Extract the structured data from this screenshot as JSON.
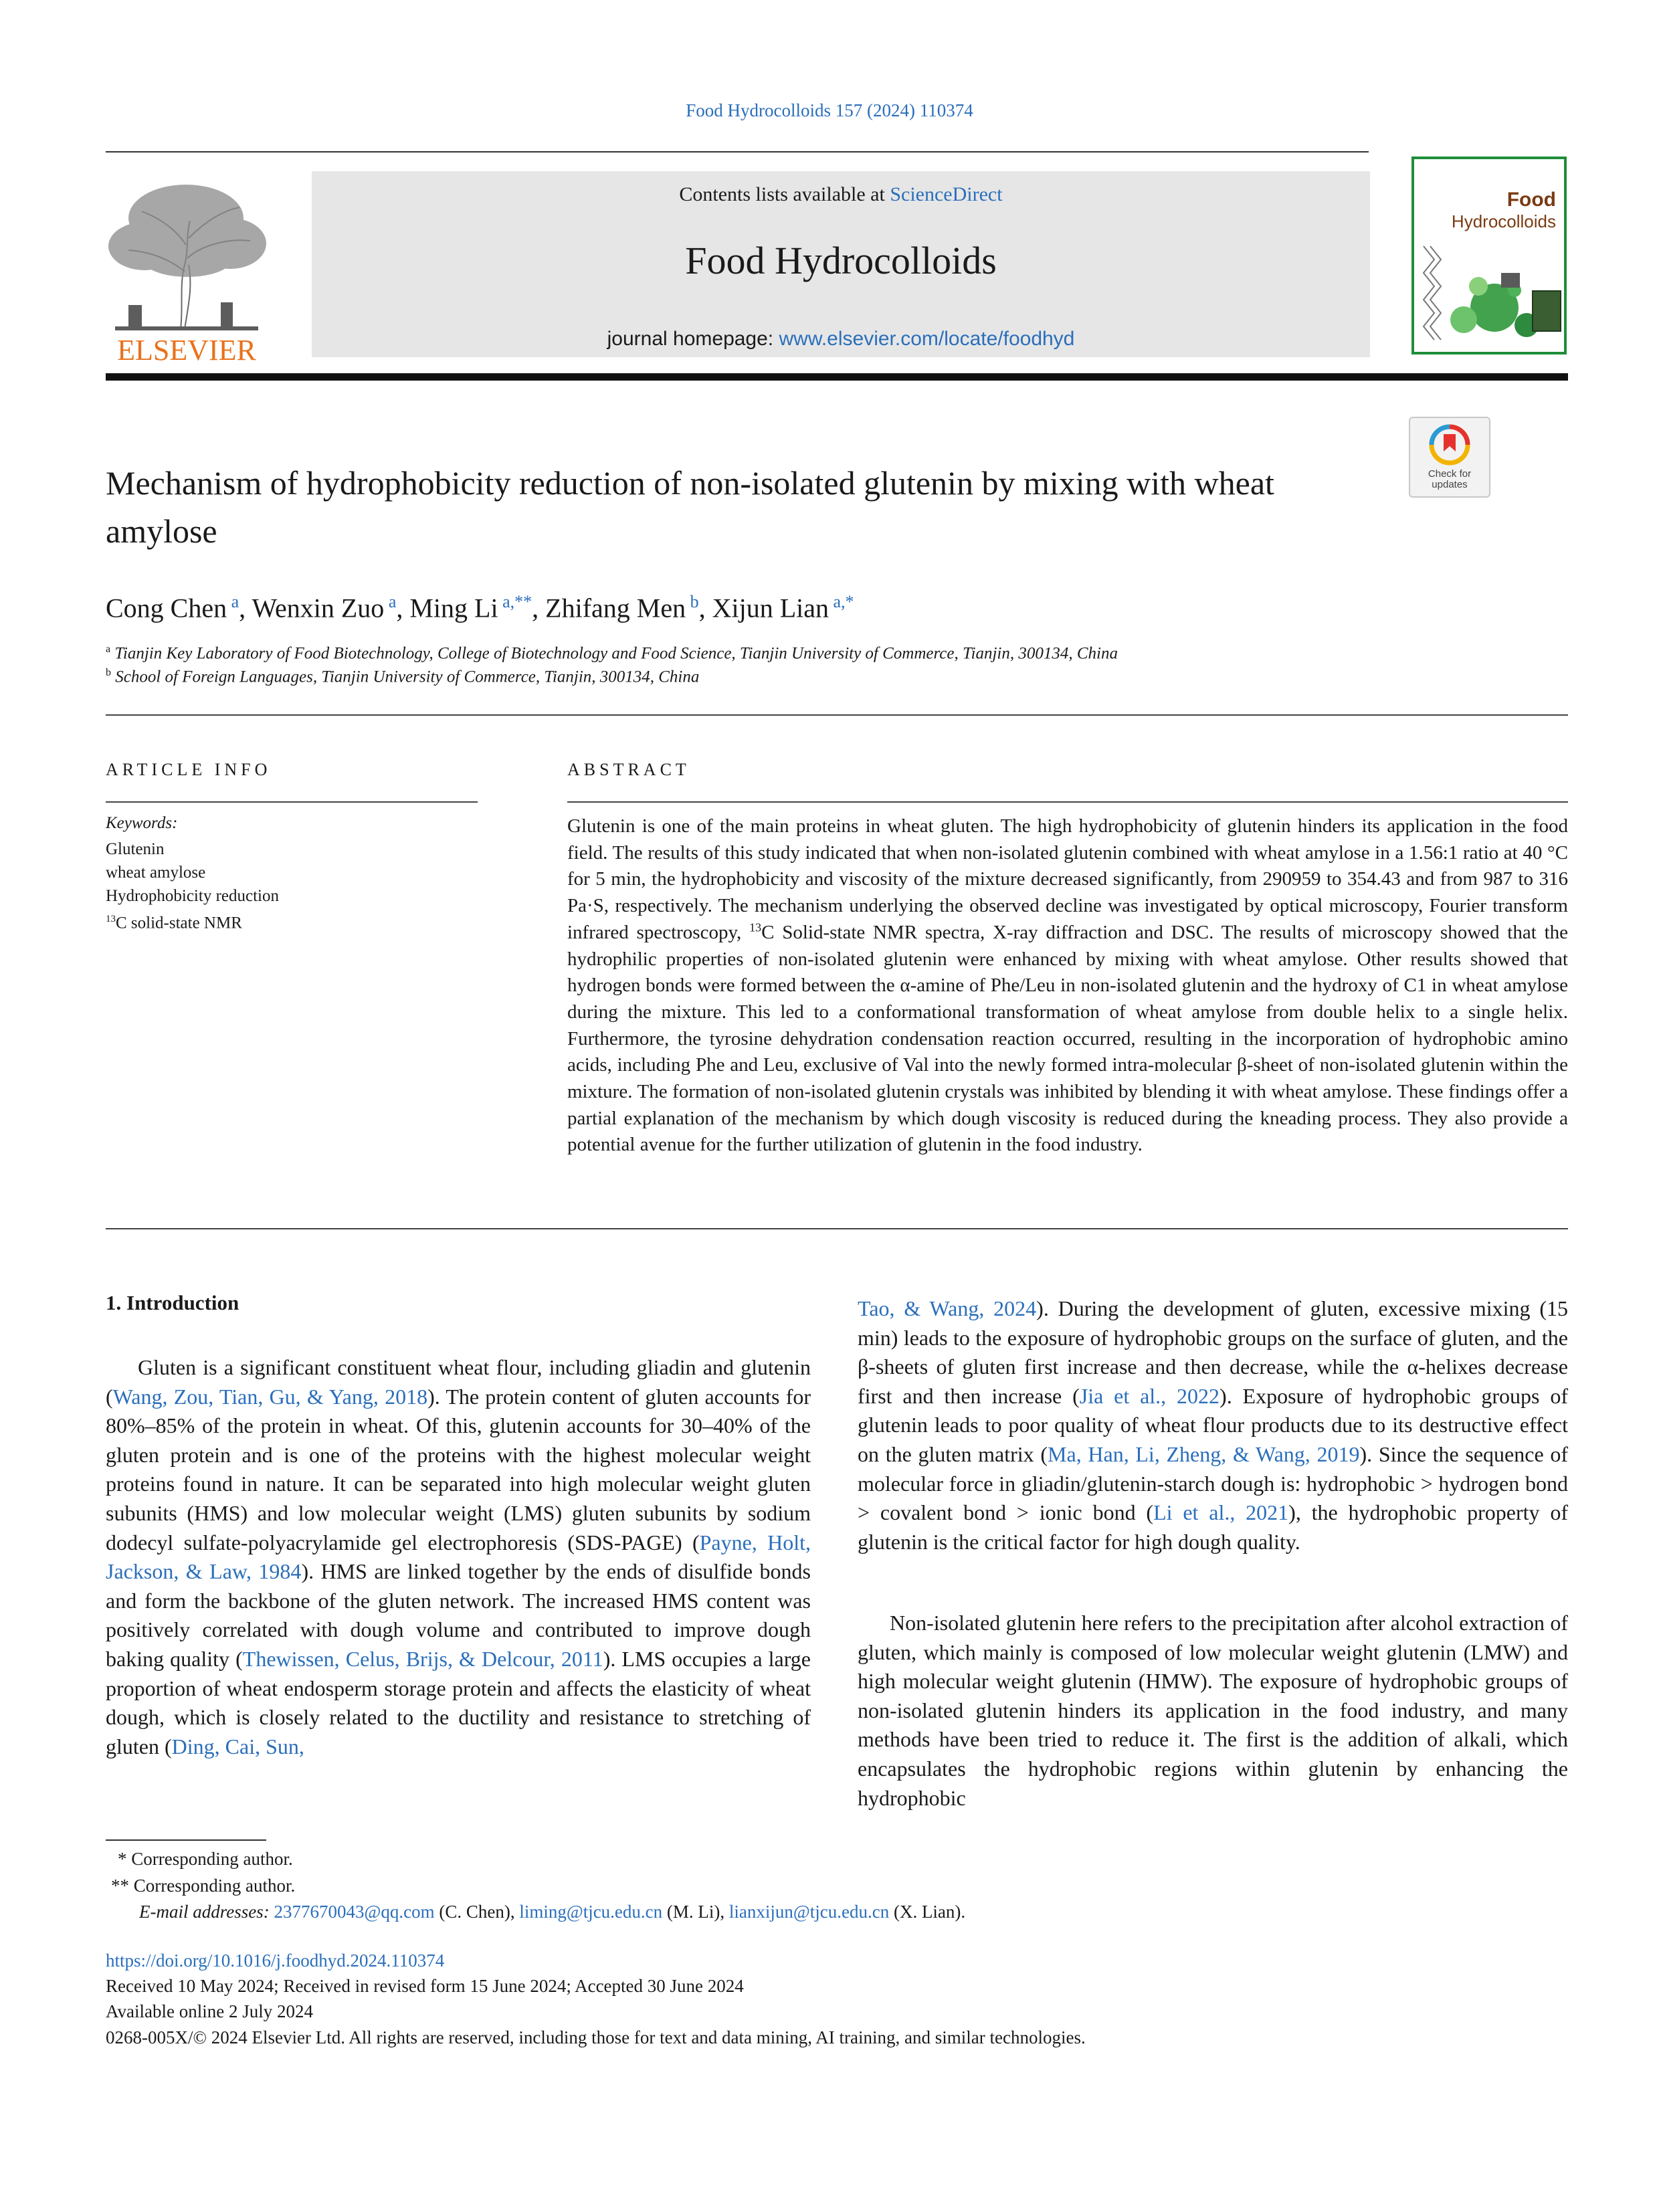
{
  "header": {
    "citation": "Food Hydrocolloids 157 (2024) 110374",
    "contents_prefix": "Contents lists available at",
    "contents_link": "ScienceDirect",
    "journal_name": "Food Hydrocolloids",
    "homepage_prefix": "journal homepage:",
    "homepage_link": "www.elsevier.com/locate/foodhyd",
    "publisher_logo_text": "ELSEVIER",
    "cover_title_1": "Food",
    "cover_title_2": "Hydrocolloids",
    "check_updates_1": "Check for",
    "check_updates_2": "updates"
  },
  "colors": {
    "link": "#2a6ebb",
    "elsevier_orange": "#e9711c",
    "cover_green": "#1f8e3a",
    "banner_grey": "#e6e6e6"
  },
  "article": {
    "title": "Mechanism of hydrophobicity reduction of non-isolated glutenin by mixing with wheat amylose",
    "authors": [
      {
        "name": "Cong Chen",
        "sup": "a"
      },
      {
        "name": "Wenxin Zuo",
        "sup": "a"
      },
      {
        "name": "Ming Li",
        "sup": "a,**"
      },
      {
        "name": "Zhifang Men",
        "sup": "b"
      },
      {
        "name": "Xijun Lian",
        "sup": "a,*"
      }
    ],
    "affiliations": [
      {
        "label": "a",
        "text": "Tianjin Key Laboratory of Food Biotechnology, College of Biotechnology and Food Science, Tianjin University of Commerce, Tianjin, 300134, China"
      },
      {
        "label": "b",
        "text": "School of Foreign Languages, Tianjin University of Commerce, Tianjin, 300134, China"
      }
    ]
  },
  "article_info": {
    "heading": "ARTICLE INFO",
    "keywords_label": "Keywords:",
    "keywords": [
      "Glutenin",
      "wheat amylose",
      "Hydrophobicity reduction",
      "13C solid-state NMR"
    ]
  },
  "abstract": {
    "heading": "ABSTRACT",
    "text": "Glutenin is one of the main proteins in wheat gluten. The high hydrophobicity of glutenin hinders its application in the food field. The results of this study indicated that when non-isolated glutenin combined with wheat amylose in a 1.56:1 ratio at 40 °C for 5 min, the hydrophobicity and viscosity of the mixture decreased significantly, from 290959 to 354.43 and from 987 to 316 Pa·S, respectively. The mechanism underlying the observed decline was investigated by optical microscopy, Fourier transform infrared spectroscopy, 13C Solid-state NMR spectra, X-ray diffraction and DSC. The results of microscopy showed that the hydrophilic properties of non-isolated glutenin were enhanced by mixing with wheat amylose. Other results showed that hydrogen bonds were formed between the α-amine of Phe/Leu in non-isolated glutenin and the hydroxy of C1 in wheat amylose during the mixture. This led to a conformational transformation of wheat amylose from double helix to a single helix. Furthermore, the tyrosine dehydration condensation reaction occurred, resulting in the incorporation of hydrophobic amino acids, including Phe and Leu, exclusive of Val into the newly formed intra-molecular β-sheet of non-isolated glutenin within the mixture. The formation of non-isolated glutenin crystals was inhibited by blending it with wheat amylose. These findings offer a partial explanation of the mechanism by which dough viscosity is reduced during the kneading process. They also provide a potential avenue for the further utilization of glutenin in the food industry."
  },
  "body": {
    "section_heading": "1.  Introduction",
    "col1": "Gluten is a significant constituent wheat flour, including gliadin and glutenin (Wang, Zou, Tian, Gu, & Yang, 2018). The protein content of gluten accounts for 80%–85% of the protein in wheat. Of this, glutenin accounts for 30–40% of the gluten protein and is one of the proteins with the highest molecular weight proteins found in nature. It can be separated into high molecular weight gluten subunits (HMS) and low molecular weight (LMS) gluten subunits by sodium dodecyl sulfate-polyacrylamide gel electrophoresis (SDS-PAGE) (Payne, Holt, Jackson, & Law, 1984). HMS are linked together by the ends of disulfide bonds and form the backbone of the gluten network. The increased HMS content was positively correlated with dough volume and contributed to improve dough baking quality (Thewissen, Celus, Brijs, & Delcour, 2011). LMS occupies a large proportion of wheat endosperm storage protein and affects the elasticity of wheat dough, which is closely related to the ductility and resistance to stretching of gluten (Ding, Cai, Sun,",
    "col2a": "Tao, & Wang, 2024). During the development of gluten, excessive mixing (15 min) leads to the exposure of hydrophobic groups on the surface of gluten, and the β-sheets of gluten first increase and then decrease, while the α-helixes decrease first and then increase (Jia et al., 2022). Exposure of hydrophobic groups of glutenin leads to poor quality of wheat flour products due to its destructive effect on the gluten matrix (Ma, Han, Li, Zheng, & Wang, 2019). Since the sequence of molecular force in gliadin/glutenin-starch dough is: hydrophobic > hydrogen bond > covalent bond > ionic bond (Li et al., 2021), the hydrophobic property of glutenin is the critical factor for high dough quality.",
    "col2b": "Non-isolated glutenin here refers to the precipitation after alcohol extraction of gluten, which mainly is composed of low molecular weight glutenin (LMW) and high molecular weight glutenin (HMW). The exposure of hydrophobic groups of non-isolated glutenin hinders its application in the food industry, and many methods have been tried to reduce it. The first is the addition of alkali, which encapsulates the hydrophobic regions within glutenin by enhancing the hydrophobic"
  },
  "footnotes": {
    "corr1": "* Corresponding author.",
    "corr2": "** Corresponding author.",
    "email_label": "E-mail addresses:",
    "emails": [
      {
        "address": "2377670043@qq.com",
        "who": "(C. Chen),"
      },
      {
        "address": "liming@tjcu.edu.cn",
        "who": "(M. Li),"
      },
      {
        "address": "lianxijun@tjcu.edu.cn",
        "who": "(X. Lian)."
      }
    ],
    "doi": "https://doi.org/10.1016/j.foodhyd.2024.110374",
    "history": "Received 10 May 2024; Received in revised form 15 June 2024; Accepted 30 June 2024",
    "available": "Available online 2 July 2024",
    "rights": "0268-005X/© 2024 Elsevier Ltd. All rights are reserved, including those for text and data mining, AI training, and similar technologies."
  }
}
